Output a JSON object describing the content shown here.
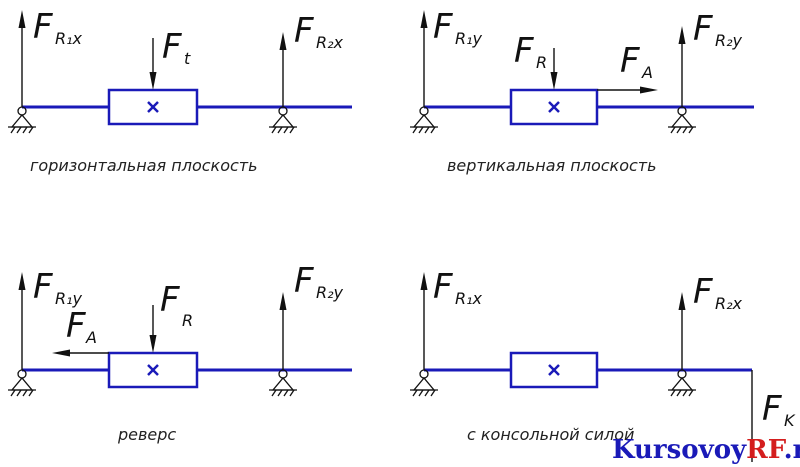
{
  "diagrams": [
    {
      "caption": "горизонтальная плоскость",
      "forces": {
        "r1": {
          "main": "F",
          "sub": "R₁x"
        },
        "r2": {
          "main": "F",
          "sub": "R₂x"
        },
        "load": {
          "main": "F",
          "sub": "t"
        }
      }
    },
    {
      "caption": "вертикальная плоскость",
      "forces": {
        "r1": {
          "main": "F",
          "sub": "R₁y"
        },
        "r2": {
          "main": "F",
          "sub": "R₂y"
        },
        "load": {
          "main": "F",
          "sub": "R"
        },
        "axial": {
          "main": "F",
          "sub": "A"
        }
      }
    },
    {
      "caption": "реверс",
      "forces": {
        "r1": {
          "main": "F",
          "sub": "R₁y"
        },
        "r2": {
          "main": "F",
          "sub": "R₂y"
        },
        "load": {
          "main": "F",
          "sub": "R"
        },
        "axial": {
          "main": "F",
          "sub": "A"
        }
      }
    },
    {
      "caption": "с консольной силой",
      "forces": {
        "r1": {
          "main": "F",
          "sub": "R₁x"
        },
        "r2": {
          "main": "F",
          "sub": "R₂x"
        },
        "cantilever": {
          "main": "F",
          "sub": "K"
        }
      }
    }
  ],
  "watermark": {
    "part1": "Kursovoy",
    "part2": "RF",
    "part3": ".ru"
  },
  "colors": {
    "shaft": "#1a1ab8",
    "watermark_blue": "#1a1ab8",
    "watermark_red": "#d41e1e"
  }
}
